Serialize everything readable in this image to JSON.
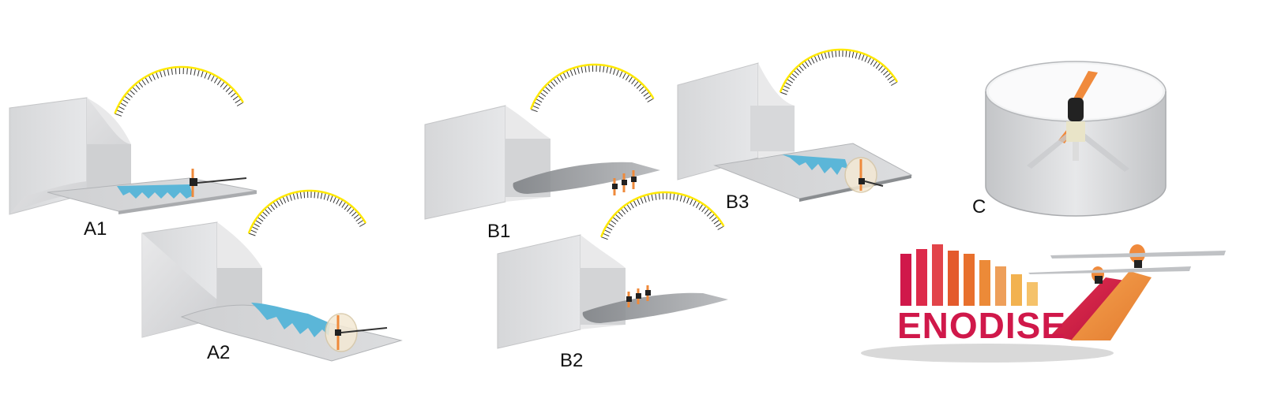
{
  "labels": {
    "a1": "A1",
    "a2": "A2",
    "b1": "B1",
    "b2": "B2",
    "b3": "B3",
    "c": "C"
  },
  "logo": {
    "text": "ENODISE",
    "bar_colors": [
      "#d0184a",
      "#dd2a4a",
      "#e24449",
      "#e45a2c",
      "#e8702d",
      "#ec8a38",
      "#ee9f5a",
      "#f2b250",
      "#f5c26a"
    ]
  },
  "colors": {
    "duct": "#d9dadc",
    "duct_dark": "#b9babd",
    "plate": "#c9cacd",
    "plate_dark": "#8d9093",
    "wave": "#5bb6d8",
    "arc": "#ffe800",
    "prop": "#f08a3c",
    "logo_red": "#d0184a",
    "logo_orange": "#f08a3c"
  }
}
